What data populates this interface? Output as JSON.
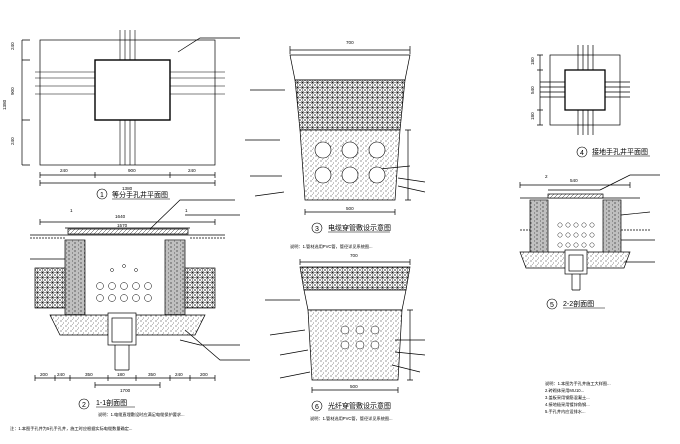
{
  "figures": {
    "f1": {
      "number": "1",
      "title": "等分手孔井平面图"
    },
    "f2": {
      "number": "2",
      "title": "1-1剖面图"
    },
    "f3": {
      "number": "3",
      "title": "电缆穿管敷设示意图"
    },
    "f4": {
      "number": "4",
      "title": "接地手孔井平面图"
    },
    "f5": {
      "number": "5",
      "title": "2-2剖面图"
    },
    "f6": {
      "number": "6",
      "title": "光纤穿管敷设示意图"
    }
  },
  "dimensions": {
    "f1_top_block": "240",
    "f1_middle": "900",
    "f1_bottom_block": "240",
    "f1_overall_height": "1380",
    "f1_bottom_left": "240",
    "f1_bottom_mid": "900",
    "f1_bottom_right": "240",
    "f1_overall_width": "1380",
    "f2_top_overall": "1640",
    "f2_top_inner": "1570",
    "f2_bottom_segments": [
      "200",
      "240",
      "350",
      "180",
      "350",
      "240",
      "200"
    ],
    "f2_bottom_overall": "1700",
    "f3_top": "700",
    "f3_bottom": "500",
    "f6_top": "700",
    "f6_bottom": "500",
    "f4_dims": [
      "180",
      "540",
      "180"
    ],
    "f5_top": "540"
  },
  "section_marks": {
    "left": "1",
    "right": "1",
    "top": "2"
  },
  "notes": {
    "f2_note": "说明：1.电缆直埋敷设时应满足电缆保护要求...",
    "f3_note": "说明：1.管材选用PVC管，管径详见系统图...",
    "f6_note": "说明：1.管材选用PVC管，管径详见系统图...",
    "f5_notes": [
      "说明：1.本图为手孔井施工大样图...",
      "2.砖砌体采用MU10...",
      "3.盖板采用钢筋混凝土...",
      "4.接地极采用镀锌角钢...",
      "5.手孔井内应设排水..."
    ],
    "general_note": "注：1.本图手孔井为5孔手孔井，施工时应根据实际电缆数量确定..."
  },
  "colors": {
    "line": "#000000",
    "background": "#ffffff"
  }
}
